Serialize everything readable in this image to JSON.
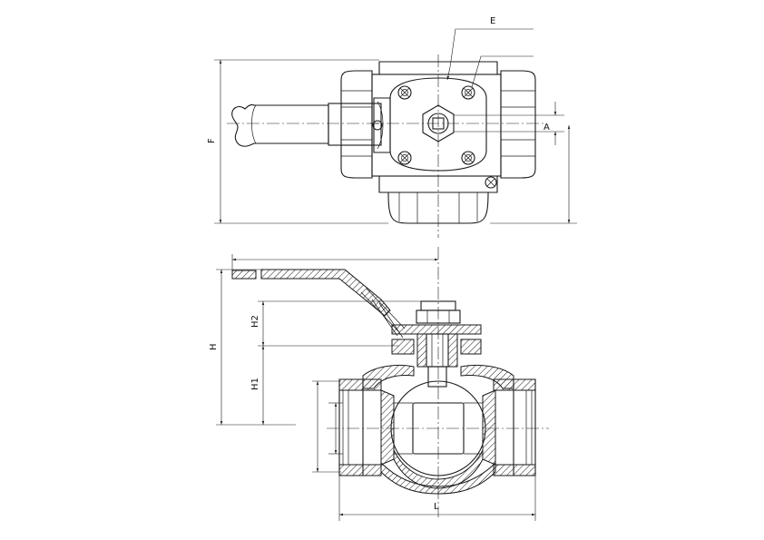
{
  "labels": {
    "E": "E",
    "A": "A",
    "F": "F",
    "H": "H",
    "H1": "H1",
    "H2": "H2",
    "L": "L"
  },
  "colors": {
    "line": "#1a1a1a",
    "background": "#ffffff"
  }
}
